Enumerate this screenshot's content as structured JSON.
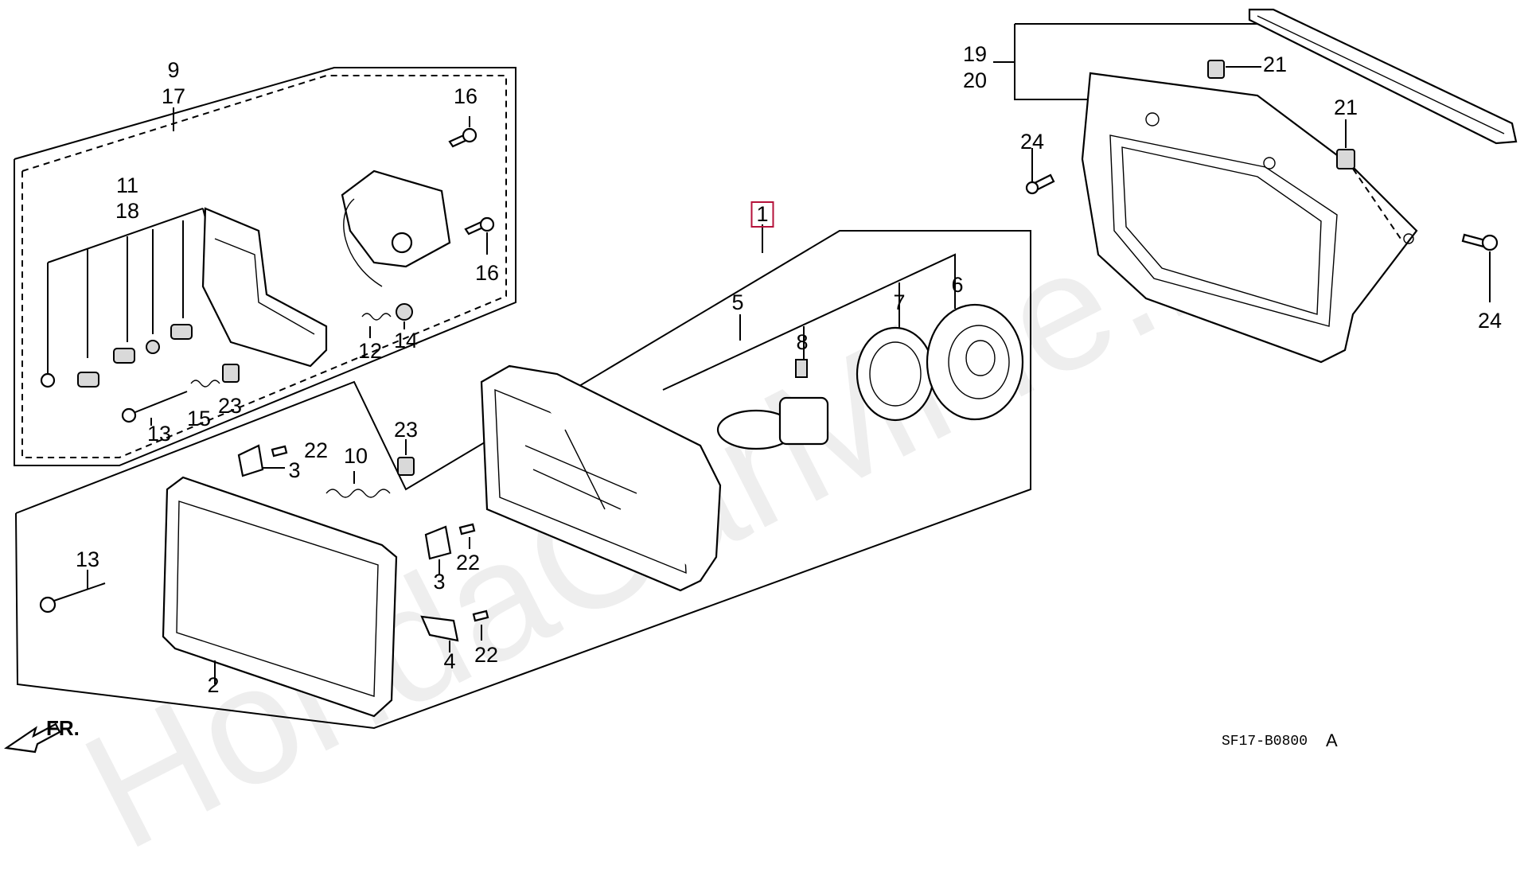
{
  "diagram": {
    "callouts": {
      "c1": "1",
      "c2": "2",
      "c3a": "3",
      "c3b": "3",
      "c4": "4",
      "c5": "5",
      "c6": "6",
      "c7": "7",
      "c8": "8",
      "c9": "9",
      "c17": "17",
      "c10": "10",
      "c11": "11",
      "c18": "18",
      "c12": "12",
      "c13a": "13",
      "c13b": "13",
      "c14": "14",
      "c15": "15",
      "c16a": "16",
      "c16b": "16",
      "c19": "19",
      "c20": "20",
      "c21a": "21",
      "c21b": "21",
      "c22a": "22",
      "c22b": "22",
      "c22c": "22",
      "c23a": "23",
      "c23b": "23",
      "c24a": "24",
      "c24b": "24"
    },
    "diagram_code": "SF17-B0800",
    "diagram_variant": "A",
    "front_indicator": "FR.",
    "watermark": "HondaCarMine.ru",
    "highlight_color": "#b5123a"
  }
}
